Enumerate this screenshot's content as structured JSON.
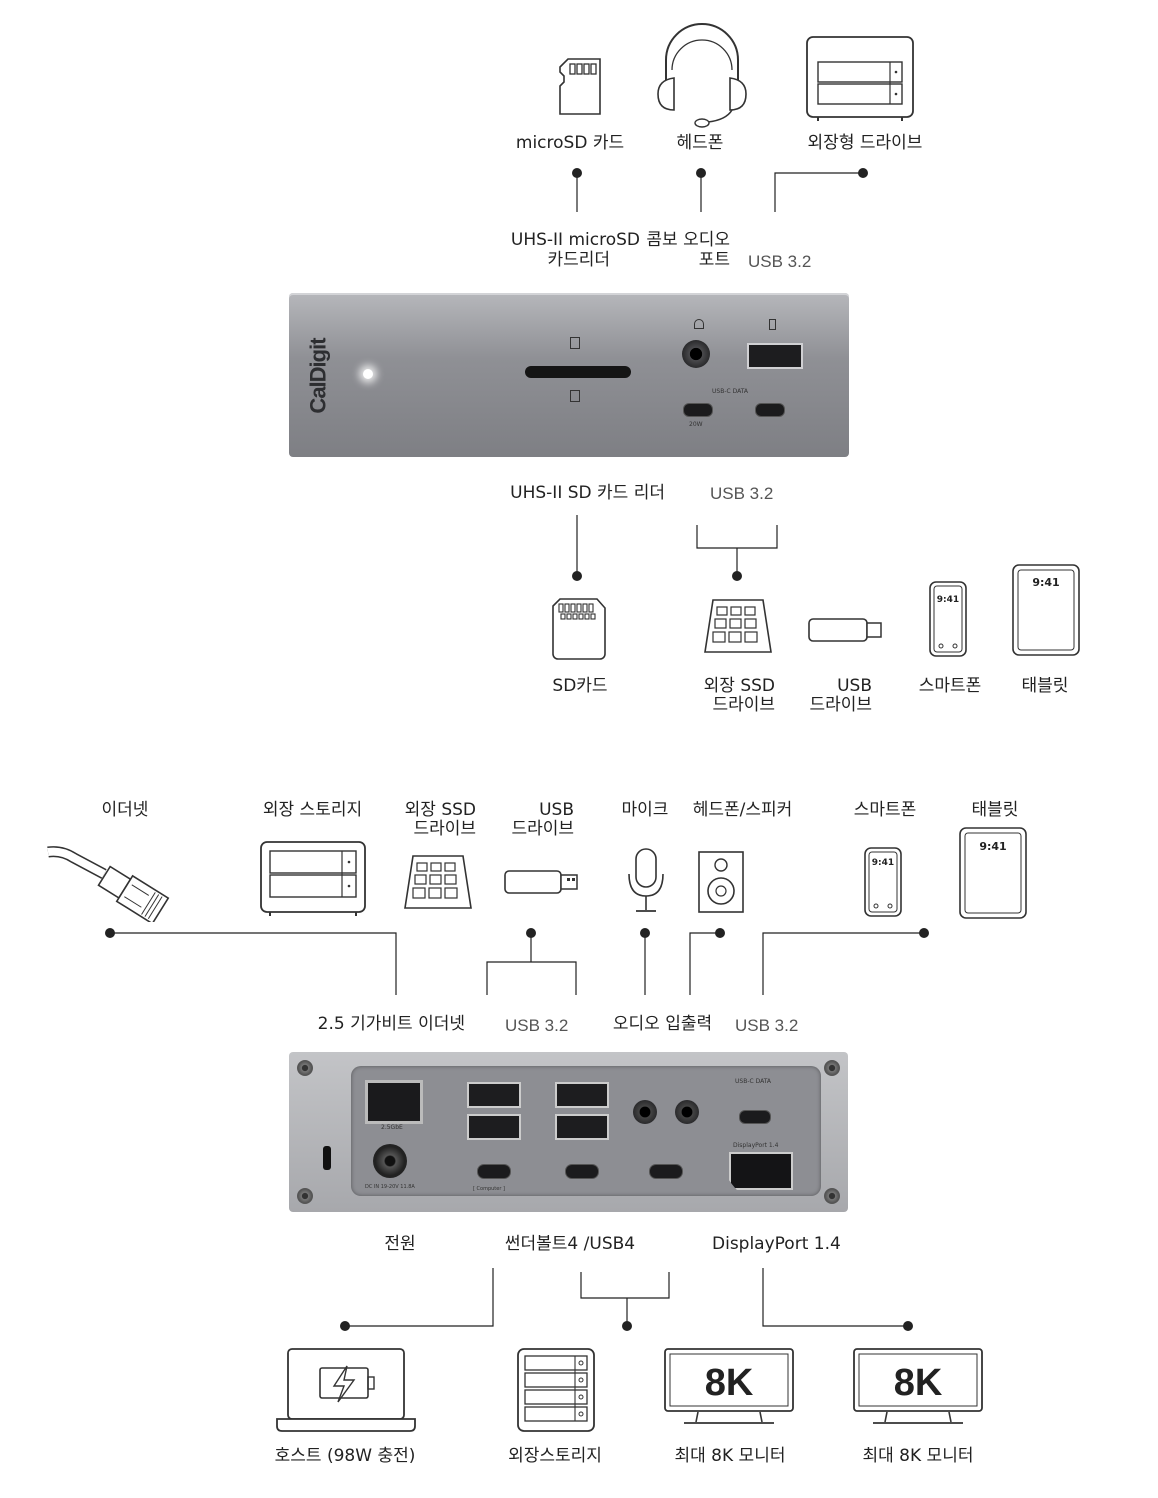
{
  "front_top": {
    "microsd_card": "microSD 카드",
    "headphones": "헤드폰",
    "external_drive": "외장형 드라이브"
  },
  "front_ports_top": {
    "microsd_reader_1": "UHS-II microSD",
    "microsd_reader_2": "카드리더",
    "combo_audio_1": "콤보 오디오",
    "combo_audio_2": "포트",
    "usb_a": "USB 3.2"
  },
  "front_device": {
    "brand": "CalDigit",
    "usbc_data": "USB-C DATA",
    "watt": "20W"
  },
  "front_ports_bottom": {
    "sd_reader": "UHS-II SD 카드 리더",
    "usb_c": "USB 3.2"
  },
  "front_bottom": {
    "sd_card": "SD카드",
    "ext_ssd_1": "외장 SSD",
    "ext_ssd_2": "드라이브",
    "usb_drive_1": "USB",
    "usb_drive_2": "드라이브",
    "smartphone": "스마트폰",
    "tablet": "태블릿",
    "screen_time": "9:41"
  },
  "rear_top": {
    "ethernet": "이더넷",
    "ext_storage": "외장 스토리지",
    "ext_ssd_1": "외장 SSD",
    "ext_ssd_2": "드라이브",
    "usb_drive_1": "USB",
    "usb_drive_2": "드라이브",
    "mic": "마이크",
    "headphone_speaker": "헤드폰/스피커",
    "smartphone": "스마트폰",
    "tablet": "태블릿",
    "screen_time": "9:41"
  },
  "rear_ports_top": {
    "ethernet_25g": "2.5 기가비트 이더넷",
    "usb_a": "USB 3.2",
    "audio_io": "오디오 입출력",
    "usb_c": "USB 3.2"
  },
  "rear_device": {
    "port_25gbe": "2.5GbE",
    "usbc_data": "USB-C DATA",
    "dp_small": "DisplayPort 1.4",
    "computer": "[ Computer ]",
    "dc_in": "DC IN 19-20V 11.8A"
  },
  "rear_ports_bottom": {
    "power": "전원",
    "thunderbolt": "썬더볼트4 /USB4",
    "displayport": "DisplayPort 1.4"
  },
  "rear_bottom": {
    "host": "호스트 (98W 충전)",
    "ext_storage": "외장스토리지",
    "monitor_1": "최대 8K 모니터",
    "monitor_2": "최대 8K 모니터",
    "badge_8k": "8K"
  }
}
